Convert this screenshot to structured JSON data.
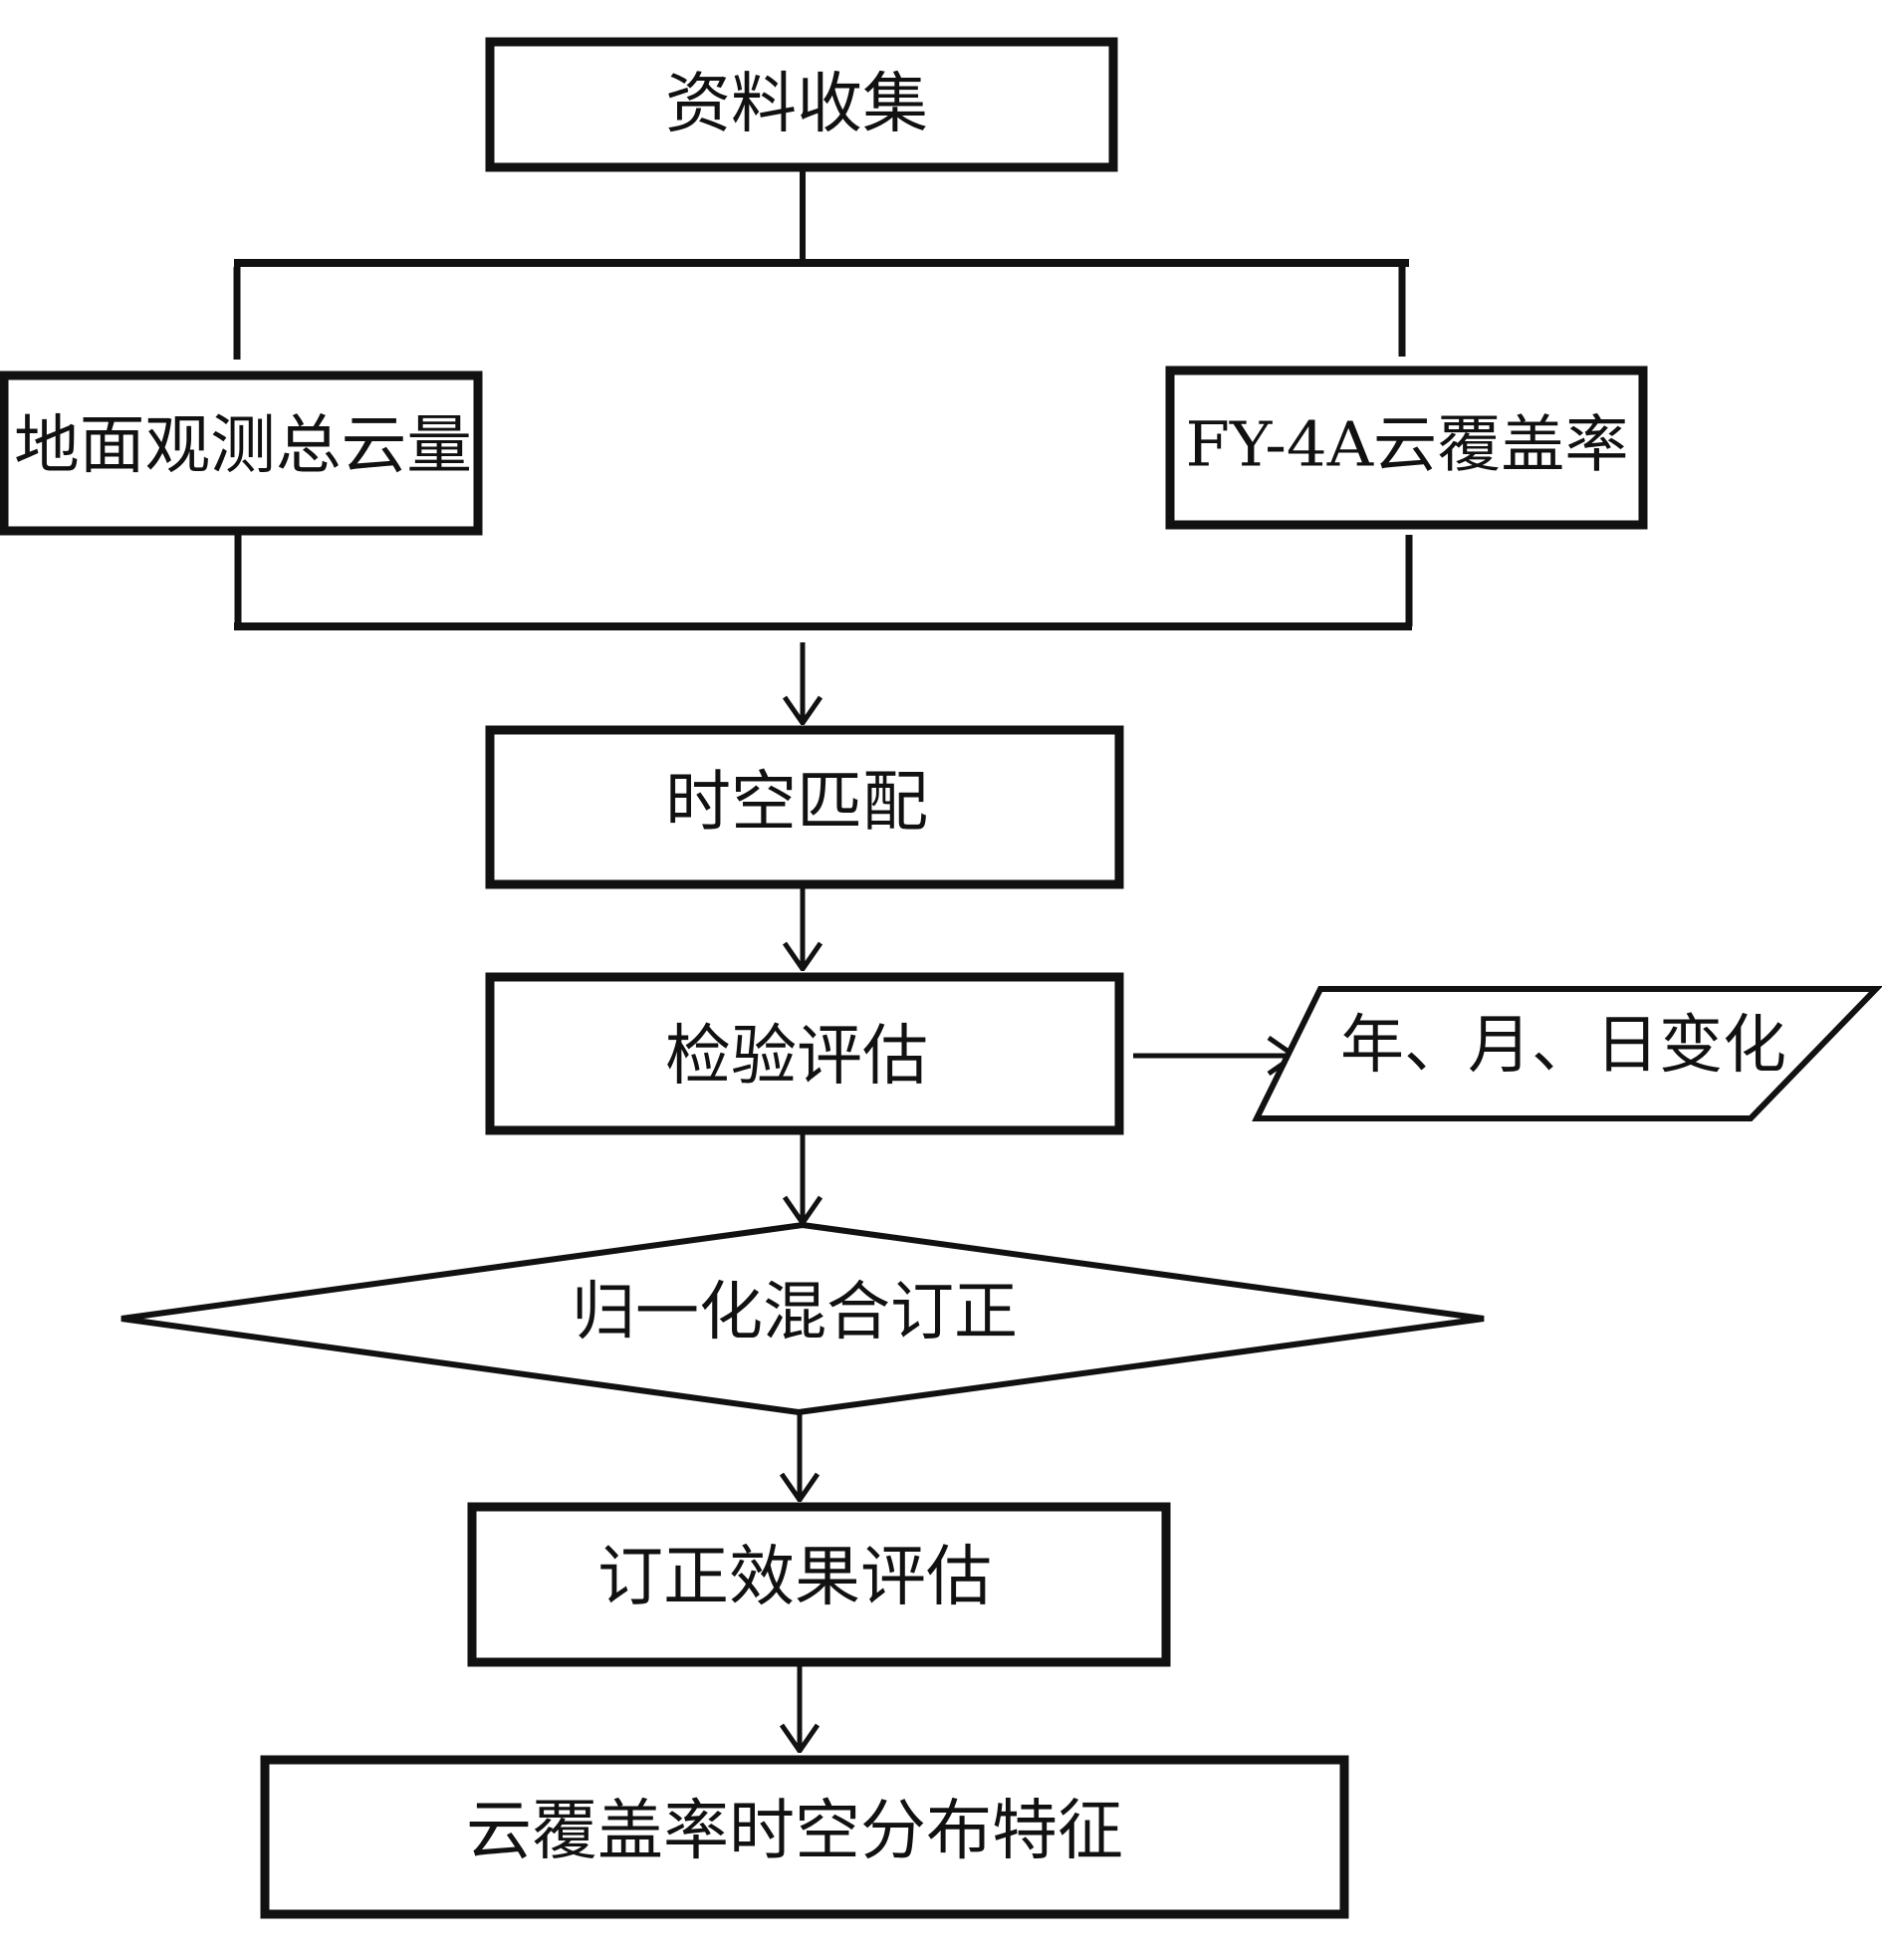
{
  "diagram": {
    "type": "flowchart",
    "stroke_color": "#111111",
    "background_color": "#ffffff",
    "nodes": {
      "data_collection": {
        "label": "资料收集",
        "shape": "rectangle"
      },
      "ground_observation": {
        "label": "地面观测总云量",
        "shape": "rectangle"
      },
      "fy4a_cloud_cover": {
        "label": "FY-4A云覆盖率",
        "shape": "rectangle"
      },
      "spatiotemporal_matching": {
        "label": "时空匹配",
        "shape": "rectangle"
      },
      "validation_evaluation": {
        "label": "检验评估",
        "shape": "rectangle"
      },
      "variation": {
        "label": "年、月、日变化",
        "shape": "parallelogram"
      },
      "normalized_correction": {
        "label": "归一化混合订正",
        "shape": "diamond"
      },
      "correction_evaluation": {
        "label": "订正效果评估",
        "shape": "rectangle"
      },
      "distribution_features": {
        "label": "云覆盖率时空分布特征",
        "shape": "rectangle"
      }
    },
    "edges": [
      {
        "from": "data_collection",
        "to": "ground_observation",
        "style": "line"
      },
      {
        "from": "data_collection",
        "to": "fy4a_cloud_cover",
        "style": "line"
      },
      {
        "from": "ground_observation",
        "to": "spatiotemporal_matching",
        "style": "arrow"
      },
      {
        "from": "fy4a_cloud_cover",
        "to": "spatiotemporal_matching",
        "style": "arrow"
      },
      {
        "from": "spatiotemporal_matching",
        "to": "validation_evaluation",
        "style": "arrow"
      },
      {
        "from": "validation_evaluation",
        "to": "variation",
        "style": "arrow"
      },
      {
        "from": "validation_evaluation",
        "to": "normalized_correction",
        "style": "arrow"
      },
      {
        "from": "normalized_correction",
        "to": "correction_evaluation",
        "style": "arrow"
      },
      {
        "from": "correction_evaluation",
        "to": "distribution_features",
        "style": "arrow"
      }
    ]
  }
}
